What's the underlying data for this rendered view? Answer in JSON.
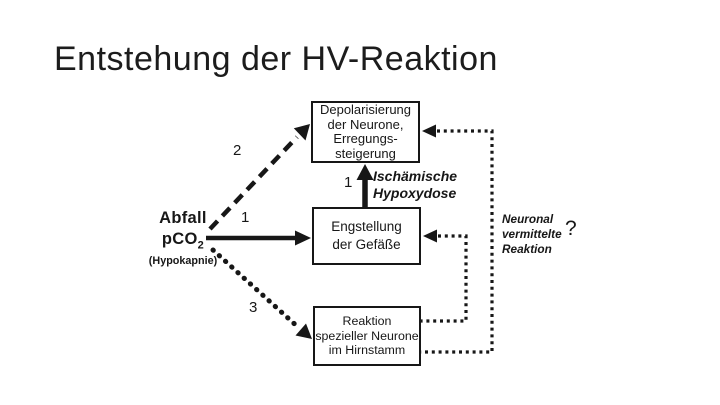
{
  "slide": {
    "title": "Entstehung der HV-Reaktion"
  },
  "diagram": {
    "source": {
      "line1": "Abfall",
      "formula_base": "pCO",
      "formula_sub": "2",
      "note": "(Hypokapnie)"
    },
    "boxes": {
      "depolarisierung": "Depolarisierung\nder Neurone,\nErregungs-\nsteigerung",
      "engstellung": "Engstellung\nder Gefäße",
      "reaktion": "Reaktion\nspezieller Neurone\nim Hirnstamm"
    },
    "edge_labels": {
      "path1_horizontal": "1",
      "path1_vertical": "1",
      "path2": "2",
      "path3": "3"
    },
    "annotations": {
      "ischaemische": "Ischämische\nHypoxydose",
      "neuronal": "Neuronal\nvermittelte\nReaktion",
      "question": "?"
    },
    "colors": {
      "ink": "#171717",
      "background": "#ffffff"
    }
  }
}
